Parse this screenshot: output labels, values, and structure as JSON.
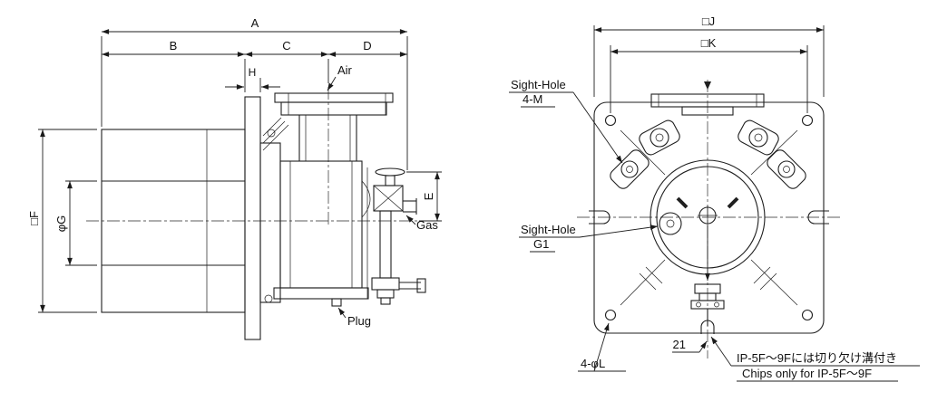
{
  "left_view": {
    "dim_a": "A",
    "dim_b": "B",
    "dim_c": "C",
    "dim_d": "D",
    "dim_h": "H",
    "dim_e": "E",
    "dim_f": "□F",
    "dim_g": "φG",
    "label_air": "Air",
    "label_gas": "Gas",
    "label_plug": "Plug"
  },
  "right_view": {
    "dim_j": "□J",
    "dim_k": "□K",
    "dim_21": "21",
    "sight_hole_m_line1": "Sight-Hole",
    "sight_hole_m_line2": "4-M",
    "sight_hole_g_line1": "Sight-Hole",
    "sight_hole_g_line2": "G1",
    "label_corner_holes": "4-φL",
    "note_line1": "IP-5F〜9Fには切り欠け溝付き",
    "note_line2": "Chips only for IP-5F〜9F"
  }
}
